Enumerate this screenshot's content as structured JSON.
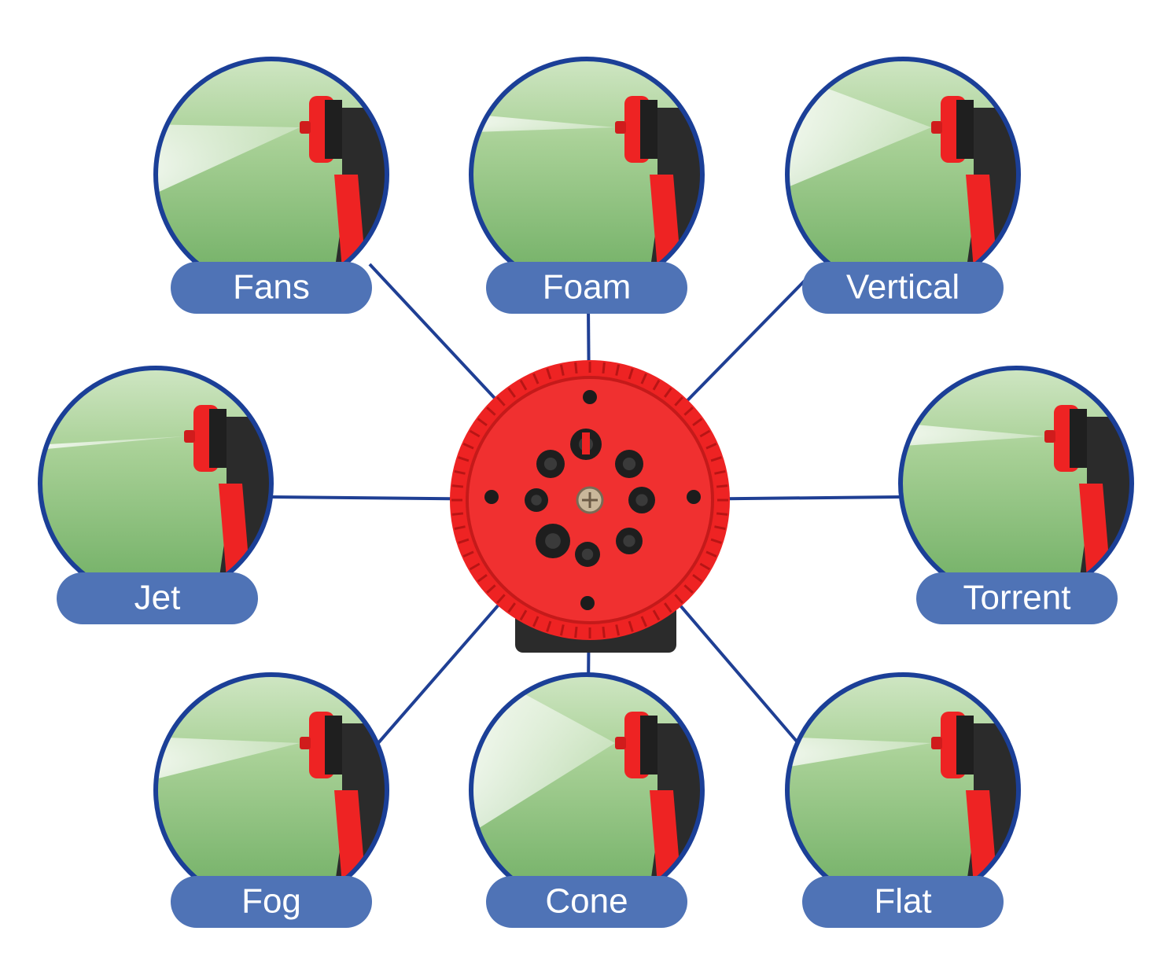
{
  "modes": [
    {
      "id": "fans",
      "label": "Fans",
      "spray": "fan"
    },
    {
      "id": "foam",
      "label": "Foam",
      "spray": "foam"
    },
    {
      "id": "vertical",
      "label": "Vertical",
      "spray": "vertical"
    },
    {
      "id": "jet",
      "label": "Jet",
      "spray": "jet"
    },
    {
      "id": "torrent",
      "label": "Torrent",
      "spray": "torrent"
    },
    {
      "id": "fog",
      "label": "Fog",
      "spray": "fog"
    },
    {
      "id": "cone",
      "label": "Cone",
      "spray": "cone"
    },
    {
      "id": "flat",
      "label": "Flat",
      "spray": "flat"
    }
  ],
  "colors": {
    "connector": "#1f3f94",
    "ring": "#1b3f97",
    "pill": "#4f73b6",
    "label_text": "#ffffff",
    "nozzle_red": "#ee2323",
    "nozzle_dark": "#2b2b2b",
    "grass_light": "#b7d9a6",
    "grass_dark": "#6fae63"
  },
  "icons": {
    "center": "nozzle-dial-icon",
    "mode_photo": "spray-nozzle-icon"
  }
}
